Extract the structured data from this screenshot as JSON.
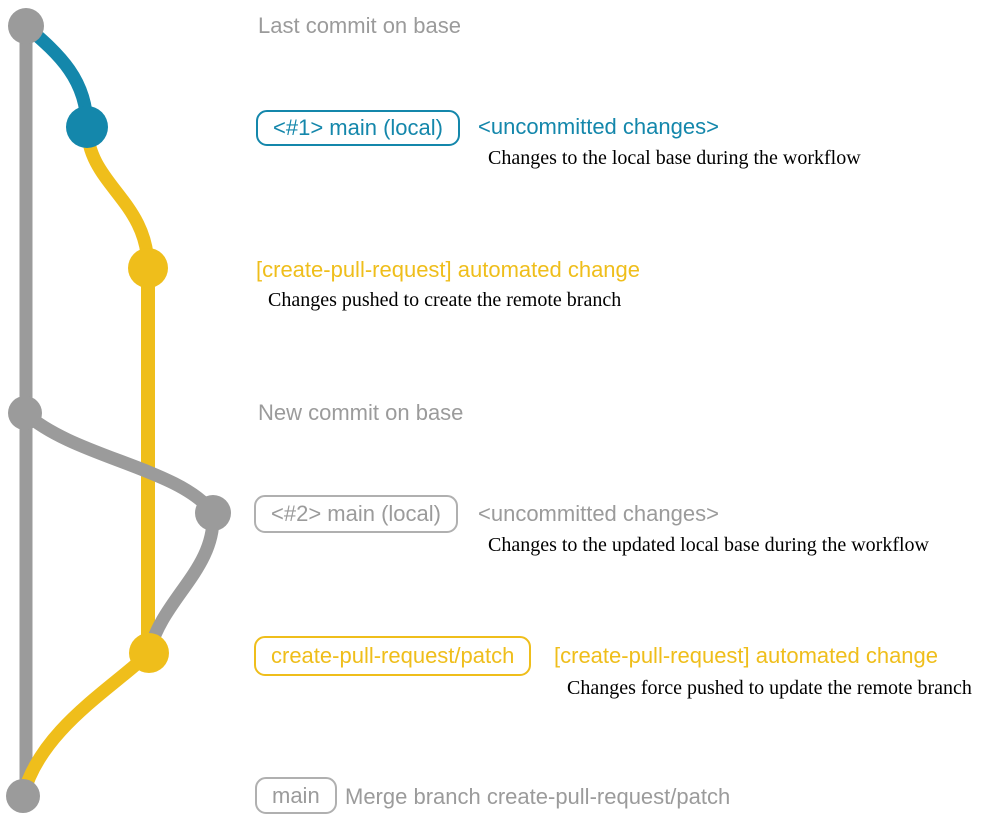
{
  "colors": {
    "teal": "#1487AB",
    "yellow": "#EFBE1B",
    "gray": "#9B9B9B",
    "gray_border": "#B0B0B0",
    "ink": "#000000"
  },
  "graph": {
    "branches": [
      {
        "name": "base",
        "color": "gray"
      },
      {
        "name": "main-local",
        "color": "teal"
      },
      {
        "name": "create-pull-request-patch",
        "color": "yellow"
      }
    ],
    "commits": [
      {
        "id": "last-commit-on-base",
        "branch": "base",
        "color": "gray"
      },
      {
        "id": "uncommitted-changes-1",
        "branch": "main-local",
        "color": "teal"
      },
      {
        "id": "automated-change-push",
        "branch": "create-pull-request-patch",
        "color": "yellow"
      },
      {
        "id": "new-commit-on-base",
        "branch": "base",
        "color": "gray"
      },
      {
        "id": "uncommitted-changes-2",
        "branch": "main-local",
        "color": "gray"
      },
      {
        "id": "automated-change-force-push",
        "branch": "create-pull-request-patch",
        "color": "yellow"
      },
      {
        "id": "merge-commit",
        "branch": "base",
        "color": "gray"
      }
    ]
  },
  "rows": {
    "last_commit": {
      "label": "Last commit on base"
    },
    "local_main_1": {
      "branch": "<#1> main (local)",
      "status": "<uncommitted changes>",
      "note": "Changes to the local base during the workflow"
    },
    "push_1": {
      "title": "[create-pull-request] automated change",
      "note": "Changes pushed to create the remote branch"
    },
    "new_commit": {
      "label": "New commit on base"
    },
    "local_main_2": {
      "branch": "<#2> main (local)",
      "status": "<uncommitted changes>",
      "note": "Changes to the updated local base during the workflow"
    },
    "push_2": {
      "branch": "create-pull-request/patch",
      "title": "[create-pull-request] automated change",
      "note": "Changes force pushed to update the remote branch"
    },
    "merge": {
      "branch": "main",
      "message": "Merge branch create-pull-request/patch"
    }
  }
}
